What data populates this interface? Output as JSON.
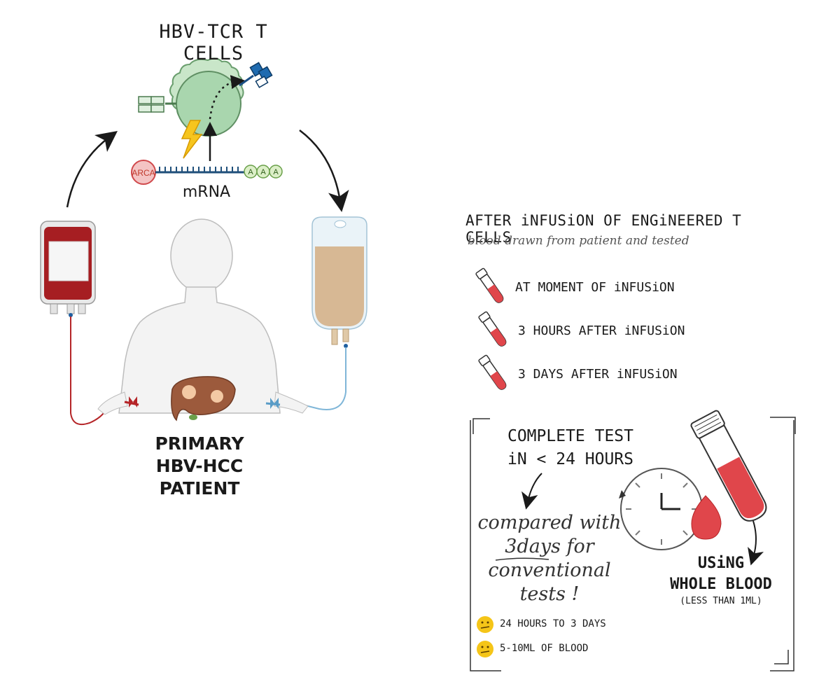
{
  "cycle": {
    "title": "HBV-TCR T CELLS",
    "mrna_label": "mRNA",
    "arca_label": "ARCA",
    "polya_labels": [
      "A",
      "A",
      "A"
    ],
    "patient_lines": [
      "PRIMARY",
      "HBV-HCC",
      "PATIENT"
    ]
  },
  "infusion": {
    "title": "AFTER iNFUSiON OF ENGiNEERED T CELLS",
    "subtitle": "blood drawn from patient and tested",
    "timepoints": [
      {
        "label": "AT MOMENT OF iNFUSiON"
      },
      {
        "label": "3 HOURS AFTER iNFUSiON"
      },
      {
        "label": "3 DAYS AFTER iNFUSiON"
      }
    ]
  },
  "test": {
    "complete_lines": [
      "COMPLETE TEST",
      "iN < 24 HOURS"
    ],
    "compared_lines": [
      "compared with",
      "3days for",
      "conventional",
      "tests !"
    ],
    "using_lines": [
      "USiNG",
      "WHOLE BLOOD"
    ],
    "less_than": "(LESS THAN 1ML)",
    "conventional": [
      {
        "label": "24 HOURS TO 3 DAYS"
      },
      {
        "label": "5-10ML OF BLOOD"
      }
    ]
  },
  "colors": {
    "blood": "#c8202a",
    "blood_bright": "#e0464b",
    "cell_green": "#a9d6ae",
    "iv_fluid": "#d7b894",
    "iv_line_blue": "#7fb6d8",
    "face_yellow": "#f5c518"
  }
}
